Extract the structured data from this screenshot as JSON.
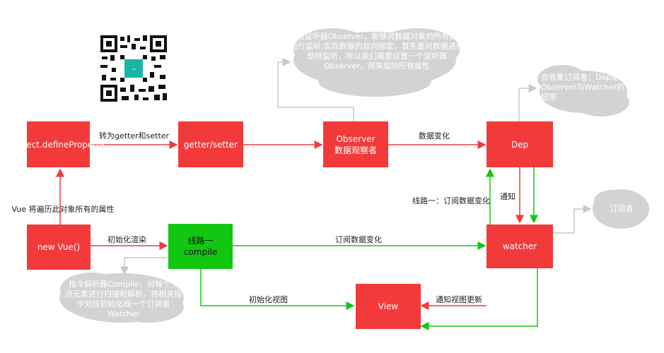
{
  "boxes": {
    "define_property": "Object.defineProperty",
    "getter_setter": "getter/setter",
    "observer": "Observer数据观察者",
    "dep": "Dep",
    "new_vue": "new Vue()",
    "compile_line1": "线路一",
    "compile_line2": "compile",
    "watcher": "watcher",
    "view": "View"
  },
  "edge_labels": {
    "to_getter_setter": "转为getter和setter",
    "data_change": "数据变化",
    "traverse": "Vue 将遍历此对象所有的属性",
    "init_render": "初始化渲染",
    "subscribe_change": "订阅数据变化",
    "line1_subscribe": "线路一：订阅数据变化",
    "notify": "通知",
    "init_view": "初始化视图",
    "notify_view_update": "通知视图更新"
  },
  "clouds": {
    "observer_note": "数据监听器Observer，能够对数据对象的所有属性进行监听;实现数据的双向绑定，首先要对数据进行劫持监听，所以我们需要设置一个监听器Observer，用来监听所有属性",
    "dep_note": "会收集订阅者；Dep是Observer与Watcher的纽带",
    "subscriber": "订阅者",
    "compile_note": "指令解析器Compile，对每个节点元素进行扫描和解析，将相关指令对应初始化成一个订阅者Watcher"
  },
  "colors": {
    "red": "#f23a3a",
    "green": "#12c712",
    "cloud": "#d3d3d3",
    "gray_line": "#c8c8c8"
  },
  "icons": {
    "qr": "qr-code-icon"
  }
}
